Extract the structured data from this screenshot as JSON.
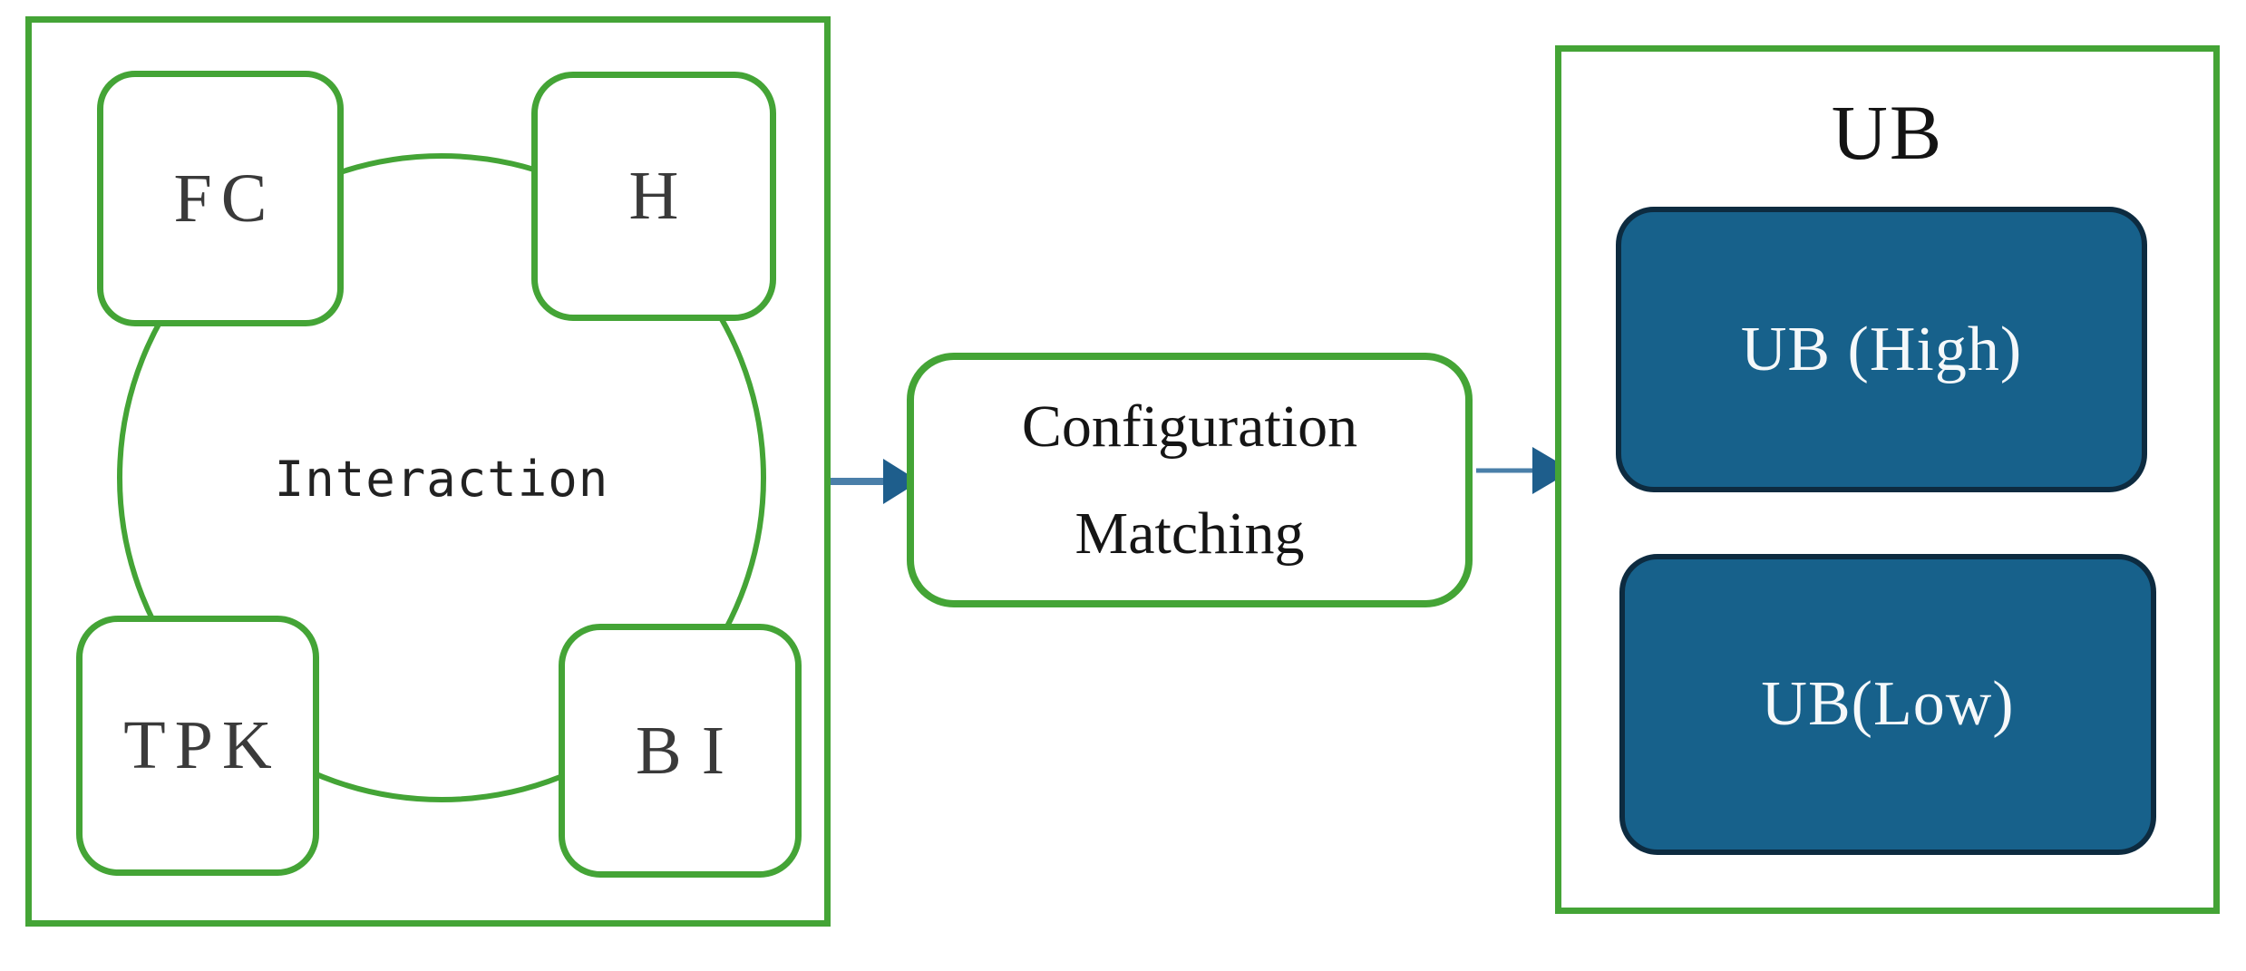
{
  "colors": {
    "green": "#44a436",
    "arrow-line": "#4a7fa9",
    "arrow-head": "#1e5e8c",
    "teal-fill": "#17618b",
    "teal-border": "#0d2b40",
    "node-text": "#3a3a3a",
    "dark-text": "#151515",
    "light-text": "#f5f8fa"
  },
  "interaction_group": {
    "center_label": "Interaction",
    "nodes": [
      {
        "id": "fc",
        "label": "FC"
      },
      {
        "id": "h",
        "label": "H"
      },
      {
        "id": "tpk",
        "label": "TPK"
      },
      {
        "id": "bi",
        "label": "BI"
      }
    ]
  },
  "process_box": {
    "line1": "Configuration",
    "line2": "Matching"
  },
  "output_group": {
    "title": "UB",
    "items": [
      {
        "id": "ub-high",
        "label": "UB (High)"
      },
      {
        "id": "ub-low",
        "label": "UB(Low)"
      }
    ]
  }
}
